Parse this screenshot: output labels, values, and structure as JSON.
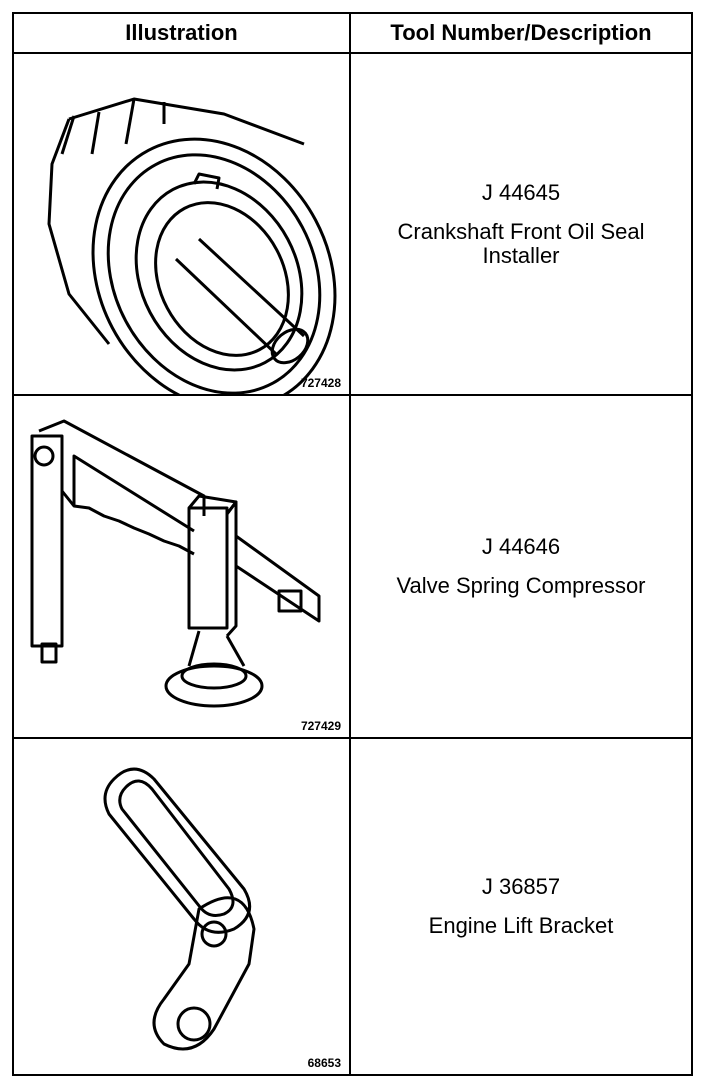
{
  "header": {
    "illustration": "Illustration",
    "tool": "Tool Number/Description"
  },
  "rows": [
    {
      "figure": "727428",
      "number": "J 44645",
      "name": "Crankshaft Front Oil Seal Installer",
      "icon": "seal-installer-drawing"
    },
    {
      "figure": "727429",
      "number": "J 44646",
      "name": "Valve Spring Compressor",
      "icon": "valve-spring-compressor-drawing"
    },
    {
      "figure": "68653",
      "number": "J 36857",
      "name": "Engine Lift Bracket",
      "icon": "lift-bracket-drawing"
    }
  ]
}
